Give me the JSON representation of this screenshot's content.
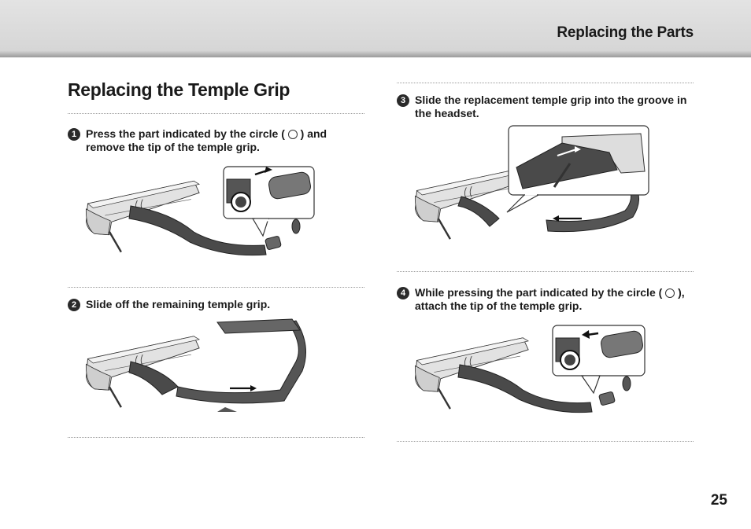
{
  "header": {
    "section_title": "Replacing the Parts"
  },
  "page": {
    "title": "Replacing the Temple Grip",
    "number": "25"
  },
  "steps": [
    {
      "num": "1",
      "text_before": "Press the part indicated by the circle ( ",
      "text_after": " ) and remove the tip of the temple grip."
    },
    {
      "num": "2",
      "text": "Slide off the remaining temple grip."
    },
    {
      "num": "3",
      "text": "Slide the replacement temple grip into the groove in the headset."
    },
    {
      "num": "4",
      "text_before": "While pressing the part indicated by the circle ( ",
      "text_after": " ), attach the tip of the temple grip."
    }
  ],
  "icons": {
    "step_circle": "circle-outline-icon",
    "arrow_direction": "arrow-icon"
  },
  "colors": {
    "header_band": "#d9d9d9",
    "text": "#1a1a1a",
    "grip_dark": "#4a4a4a"
  }
}
